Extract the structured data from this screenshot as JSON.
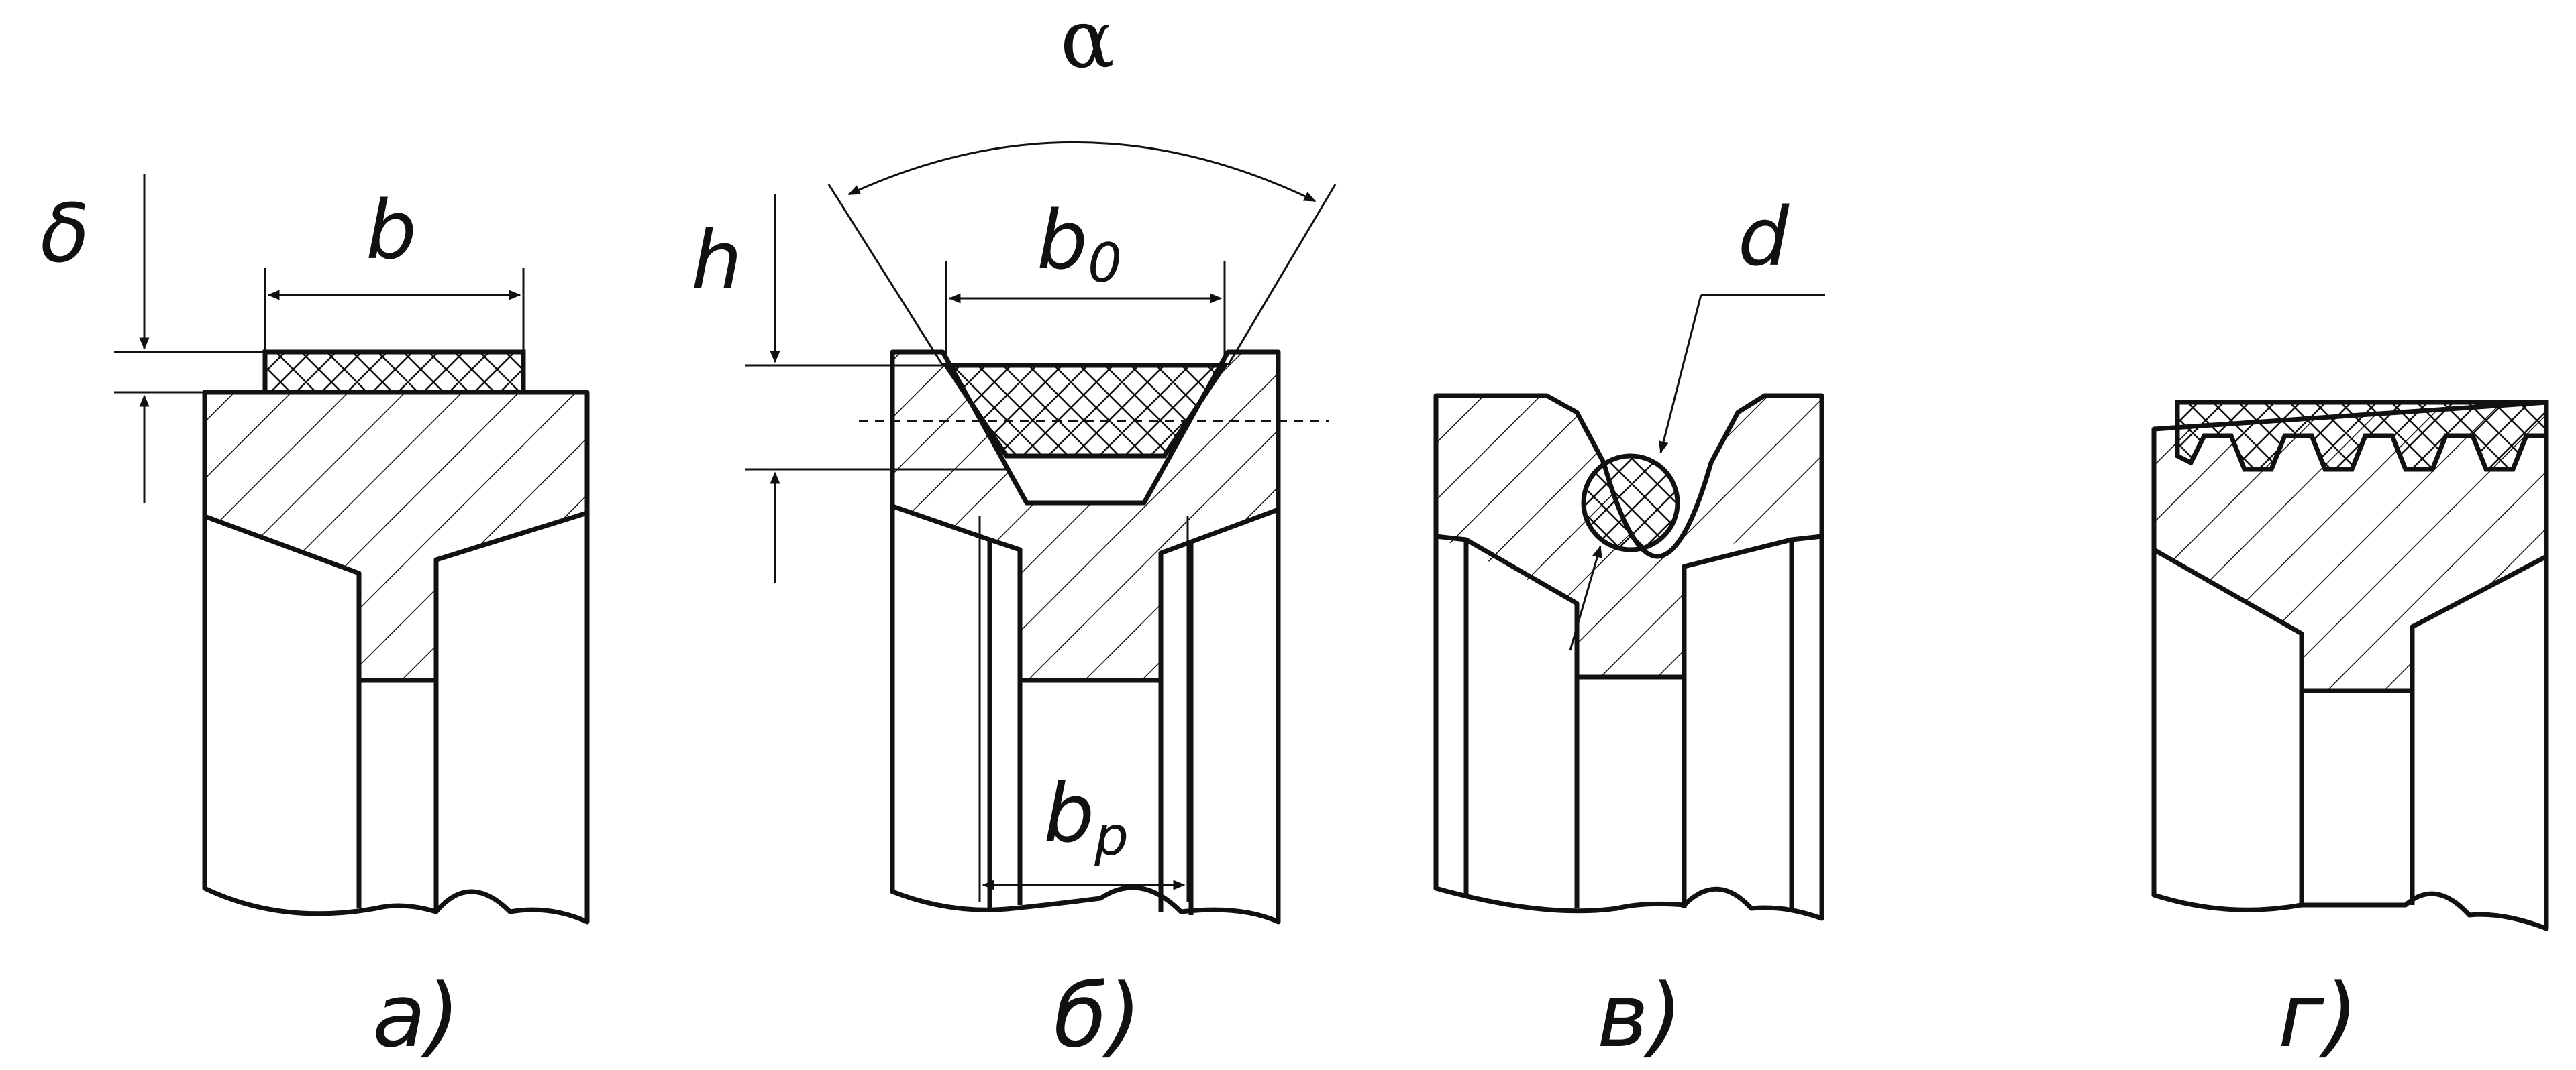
{
  "labels": {
    "alpha": "α",
    "delta": "δ",
    "b": "b",
    "h": "h",
    "b0": "b",
    "b0_sub": "0",
    "d": "d",
    "bp": "b",
    "bp_sub": "p"
  },
  "captions": {
    "a": "а)",
    "b": "б)",
    "v": "в)",
    "g": "г)"
  }
}
